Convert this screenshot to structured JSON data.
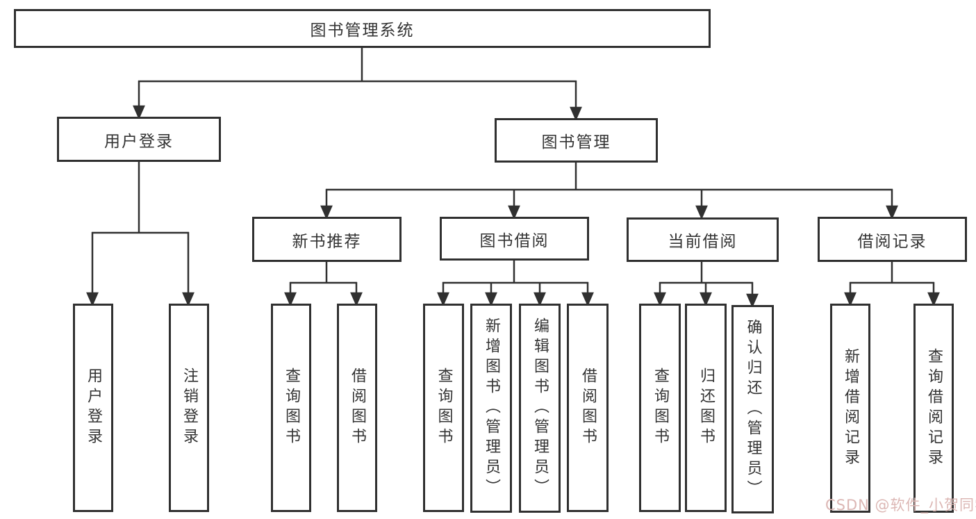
{
  "diagram": {
    "root": {
      "label": "图书管理系统"
    },
    "level2": [
      {
        "label": "用户登录"
      },
      {
        "label": "图书管理"
      }
    ],
    "level3": [
      {
        "label": "新书推荐"
      },
      {
        "label": "图书借阅"
      },
      {
        "label": "当前借阅"
      },
      {
        "label": "借阅记录"
      }
    ],
    "leaves": [
      {
        "label": "用户登录"
      },
      {
        "label": "注销登录"
      },
      {
        "label": "查询图书"
      },
      {
        "label": "借阅图书"
      },
      {
        "label": "查询图书"
      },
      {
        "label": "新增图书（管理员）"
      },
      {
        "label": "编辑图书（管理员）"
      },
      {
        "label": "借阅图书"
      },
      {
        "label": "查询图书"
      },
      {
        "label": "归还图书"
      },
      {
        "label": "确认归还（管理员）"
      },
      {
        "label": "新增借阅记录"
      },
      {
        "label": "查询借阅记录"
      }
    ],
    "watermark": "CSDN @软件_小贺同学",
    "colors": {
      "line": "#303030",
      "text": "#333333",
      "watermark": "#dcb7b4"
    }
  }
}
